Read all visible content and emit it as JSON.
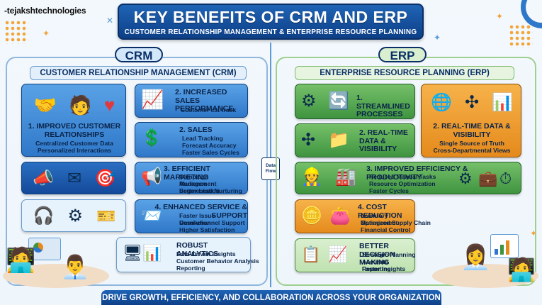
{
  "brand": "-tejakshtechnologies",
  "header": {
    "title": "KEY BENEFITS OF CRM AND ERP",
    "subtitle": "CUSTOMER RELATIONSHIP MANAGEMENT & ENTERPRISE RESOURCE PLANNING"
  },
  "crm": {
    "tag": "CRM",
    "heading": "CUSTOMER RELATIONSHIP MANAGEMENT (CRM)",
    "cards": [
      {
        "title": "1. IMPROVED CUSTOMER RELATIONSHIPS",
        "lines": [
          "Centralized Customer Data",
          "Personalized Interactions"
        ],
        "icons": [
          "handshake-icon",
          "customer-icon",
          "heart-chat-icon"
        ]
      },
      {
        "title": "2. INCREASED SALES PERFORMANCE",
        "lines": [
          "Customer cāt-track"
        ],
        "icons": [
          "sales-growth-icon"
        ]
      },
      {
        "title": "2. SALES",
        "lines": [
          "Lead Tracking",
          "Forecast Accuracy",
          "Faster Sales Cycles"
        ],
        "icons": [
          "sales-team-icon"
        ]
      },
      {
        "title": "3. EFFICIENT MARKETING",
        "lines": [
          "Campaign Management",
          "Audience Segmentation",
          "Better Lead Nurturing"
        ],
        "icons": [
          "megaphone-icon",
          "email-icon",
          "target-icon"
        ]
      },
      {
        "title": "4. ENHANCED SERVICE & SUPPORT",
        "lines": [
          "Faster Issue Resolution",
          "Omni-channel Support",
          "Higher Satisfaction"
        ],
        "icons": [
          "headset-icon",
          "gears-icon",
          "ticket-icon",
          "mail-icon"
        ]
      },
      {
        "title": "ROBUST ANALYTICS",
        "lines": [
          "Data-Driven Insights",
          "Customer Behavior Analysis",
          "Reporting"
        ],
        "icons": [
          "dashboard-icon",
          "bar-chart-icon"
        ]
      }
    ]
  },
  "center": {
    "flow_label_1": "Data",
    "flow_label_2": "Flow"
  },
  "erp": {
    "tag": "ERP",
    "heading": "ENTERPRISE RESOURCE PLANNING (ERP)",
    "cards": [
      {
        "title": "1. STREAMLINED PROCESSES",
        "lines": [],
        "icons": [
          "gears-icon",
          "process-icon"
        ]
      },
      {
        "title": "2. REAL-TIME DATA & VISIBILITY",
        "lines": [
          "Single Source of Truth",
          "Cross-Departmental Views"
        ],
        "icons": [
          "globe-icon",
          "network-icon",
          "analytics-icon"
        ]
      },
      {
        "title": "2. REAL-TIME DATA & VISIBILITY",
        "lines": [],
        "icons": [
          "network-icon",
          "folder-icon"
        ]
      },
      {
        "title": "3. IMPROVED EFFICIENCY & PRODUCTIVITY",
        "lines": [
          "Reduced Manual Tasks",
          "Resource Optimization",
          "Faster Cycles"
        ],
        "icons": [
          "worker-icon",
          "factory-icon",
          "gears-icon",
          "briefcase-icon",
          "clock-icon"
        ]
      },
      {
        "title": "4. COST REDUCTION",
        "lines": [
          "Inventory Management",
          "Optimized Supply Chain",
          "Financial Control"
        ],
        "icons": [
          "coins-icon",
          "wallet-icon"
        ]
      },
      {
        "title": "BETTER DECISION MAKING",
        "lines": [
          "Strategic Planning",
          "Accurate Reporting",
          "Faster Insights"
        ],
        "icons": [
          "board-icon",
          "presentation-icon"
        ]
      }
    ]
  },
  "footer": "DRIVE GROWTH, EFFICIENCY, AND COLLABORATION ACROSS YOUR ORGANIZATION",
  "colors": {
    "navy": "#0d3f86",
    "blue": "#2f78c9",
    "green": "#3f9440",
    "orange": "#e58a1c",
    "accent": "#f2a63a"
  }
}
